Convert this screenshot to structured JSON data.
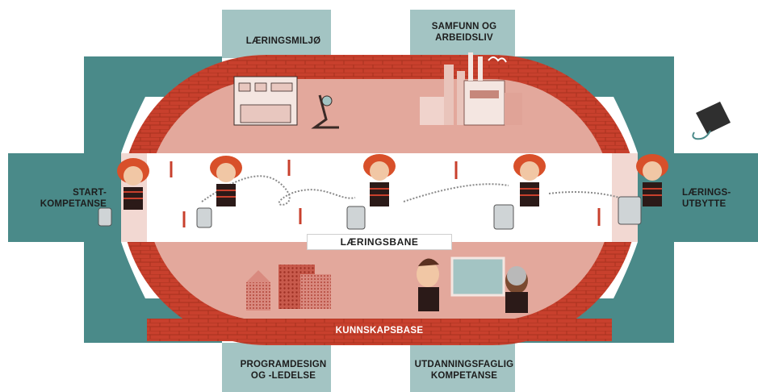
{
  "labels": {
    "learning_environment": "LÆRINGSMILJØ",
    "society_work": "SAMFUNN OG\nARBEIDSLIV",
    "start_competence": "START-\nKOMPETANSE",
    "learning_outcome": "LÆRINGS-\nUTBYTTE",
    "program_design": "PROGRAMDESIGN\nOG -LEDELSE",
    "educational_competence": "UTDANNINGSFAGLIG\nKOMPETANSE",
    "learning_path": "LÆRINGSBANE",
    "knowledge_base": "KUNNSKAPSBASE"
  },
  "colors": {
    "teal_dark": "#4a8a89",
    "teal_light": "#a3c4c3",
    "brick_red": "#c8402d",
    "brick_dark": "#a8321f",
    "pink_inner": "#e3a89c",
    "pink_light": "#f2d8d2",
    "white": "#ffffff",
    "hair": "#d8502a",
    "shirt": "#2b1a18"
  }
}
